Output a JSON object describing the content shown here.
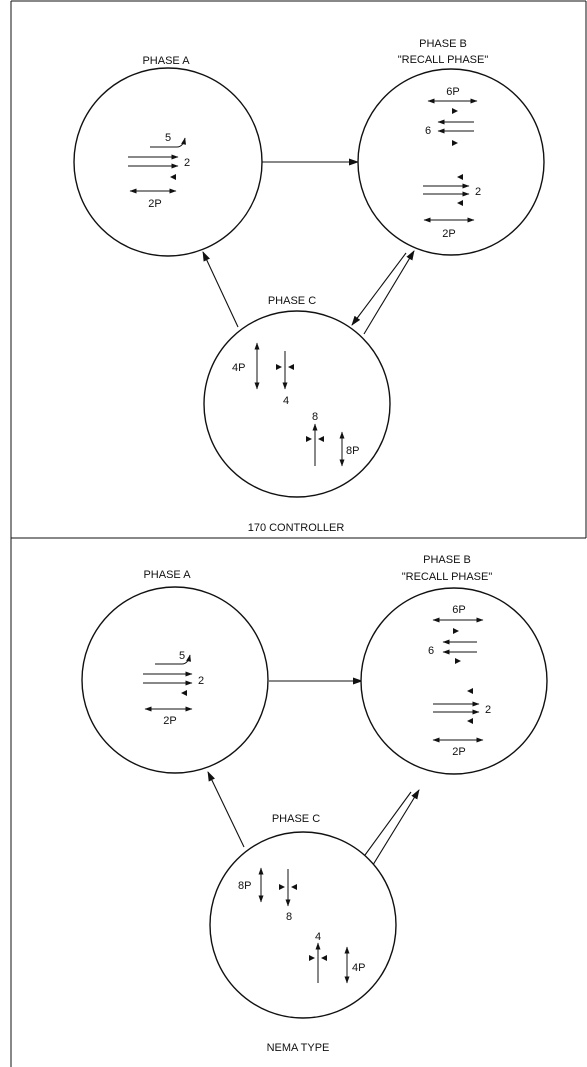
{
  "top_panel": {
    "caption": "170 CONTROLLER",
    "phase_a": {
      "title": "PHASE A",
      "turn": "5",
      "through": "2",
      "ped": "2P"
    },
    "phase_b": {
      "title": "PHASE B",
      "subtitle": "\"RECALL PHASE\"",
      "ped_w": "6P",
      "through_w": "6",
      "through_e": "2",
      "ped_e": "2P"
    },
    "phase_c": {
      "title": "PHASE C",
      "ped_n": "4P",
      "through_n": "4",
      "through_s": "8",
      "ped_s": "8P"
    }
  },
  "bottom_panel": {
    "caption": "NEMA TYPE",
    "phase_a": {
      "title": "PHASE A",
      "turn": "5",
      "through": "2",
      "ped": "2P"
    },
    "phase_b": {
      "title": "PHASE B",
      "subtitle": "\"RECALL PHASE\"",
      "ped_w": "6P",
      "through_w": "6",
      "through_e": "2",
      "ped_e": "2P"
    },
    "phase_c": {
      "title": "PHASE C",
      "ped_n": "8P",
      "through_n": "8",
      "through_s": "4",
      "ped_s": "4P"
    }
  }
}
